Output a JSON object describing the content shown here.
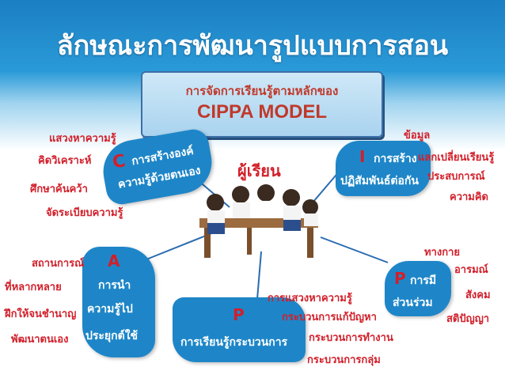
{
  "title": "ลักษณะการพัฒนารูปแบบการสอน",
  "banner": {
    "line1": "การจัดการเรียนรู้ตามหลักของ",
    "line2": "CIPPA MODEL"
  },
  "center_label": "ผู้เรียน",
  "c_box": {
    "letter": "C",
    "line1": "การสร้างองค์",
    "line2": "ความรู้ด้วยตนเอง"
  },
  "c_items": [
    "แสวงหาความรู้",
    "คิดวิเคราะห์",
    "ศึกษาค้นคว้า",
    "จัดระเบียบความรู้"
  ],
  "i_box": {
    "letter": "I",
    "line1": "การสร้าง",
    "line2": "ปฏิสัมพันธ์ต่อกัน"
  },
  "i_items": [
    "ข้อมูล",
    "แลกเปลี่ยนเรียนรู้",
    "ประสบการณ์",
    "ความคิด"
  ],
  "a_box": {
    "letter": "A",
    "line1": "การนำ",
    "line2": "ความรู้ไป",
    "line3": "ประยุกต์ใช้"
  },
  "a_items": [
    "สถานการณ์",
    "ที่หลากหลาย",
    "ฝึกให้จนชำนาญ",
    "พัฒนาตนเอง"
  ],
  "p1_box": {
    "letter": "P",
    "line1": "การเรียนรู้กระบวนการ"
  },
  "p1_items": [
    "การแสวงหาความรู้",
    "กระบวนการแก้ปัญหา",
    "กระบวนการทำงาน",
    "กระบวนการกลุ่ม"
  ],
  "p2_box": {
    "letter": "P",
    "line1": "การมี",
    "line2": "ส่วนร่วม"
  },
  "p2_items": [
    "ทางกาย",
    "อารมณ์",
    "สังคม",
    "สติปัญญา"
  ],
  "colors": {
    "blob": "#1e86c8",
    "accent_red": "#d21f2a",
    "title": "#ffffff"
  }
}
